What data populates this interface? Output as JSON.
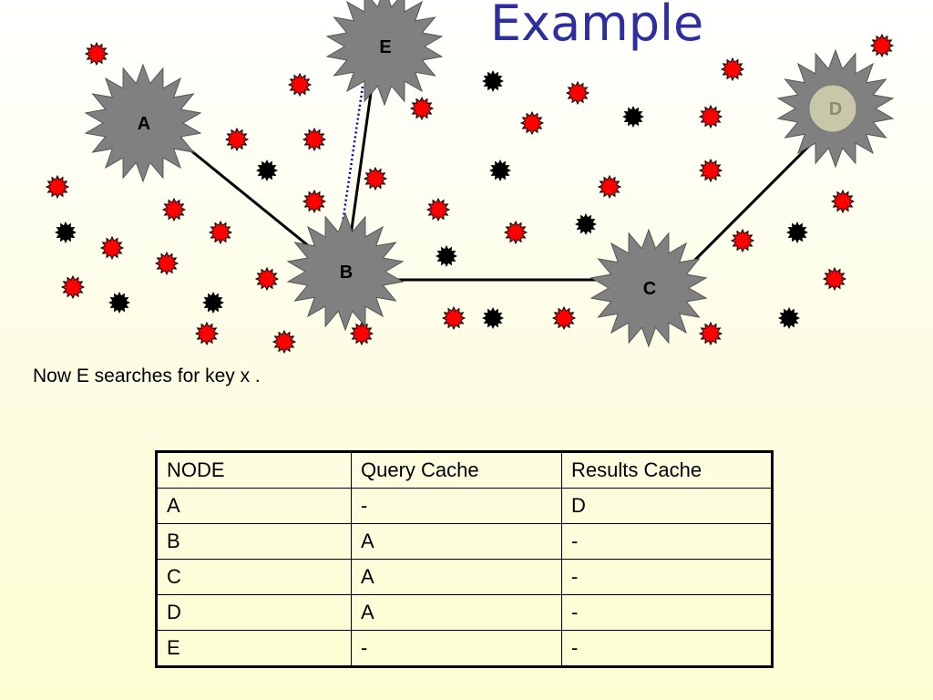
{
  "slide": {
    "title": "Example",
    "caption": "Now E searches for key x ."
  },
  "graph": {
    "nodes": [
      {
        "id": "A",
        "label": "A"
      },
      {
        "id": "B",
        "label": "B"
      },
      {
        "id": "C",
        "label": "C"
      },
      {
        "id": "D",
        "label": "D",
        "faded": true
      },
      {
        "id": "E",
        "label": "E"
      }
    ],
    "edges": [
      {
        "from": "A",
        "to": "B",
        "style": "solid"
      },
      {
        "from": "E",
        "to": "B",
        "style": "solid"
      },
      {
        "from": "E",
        "to": "B",
        "style": "dotted"
      },
      {
        "from": "B",
        "to": "C",
        "style": "solid"
      },
      {
        "from": "C",
        "to": "D",
        "style": "solid"
      }
    ]
  },
  "colors": {
    "title": "#2e2e9e",
    "node_fill": "#808080",
    "peer_red": "#ff0000",
    "peer_black": "#000000",
    "dotted_edge": "#0000cc",
    "d_inner": "#c8c8a8"
  },
  "table": {
    "headers": [
      "NODE",
      "Query Cache",
      "Results Cache"
    ],
    "rows": [
      [
        "A",
        "-",
        "D"
      ],
      [
        "B",
        "A",
        "-"
      ],
      [
        "C",
        "A",
        "-"
      ],
      [
        "D",
        "A",
        "-"
      ],
      [
        "E",
        "-",
        "-"
      ]
    ]
  }
}
